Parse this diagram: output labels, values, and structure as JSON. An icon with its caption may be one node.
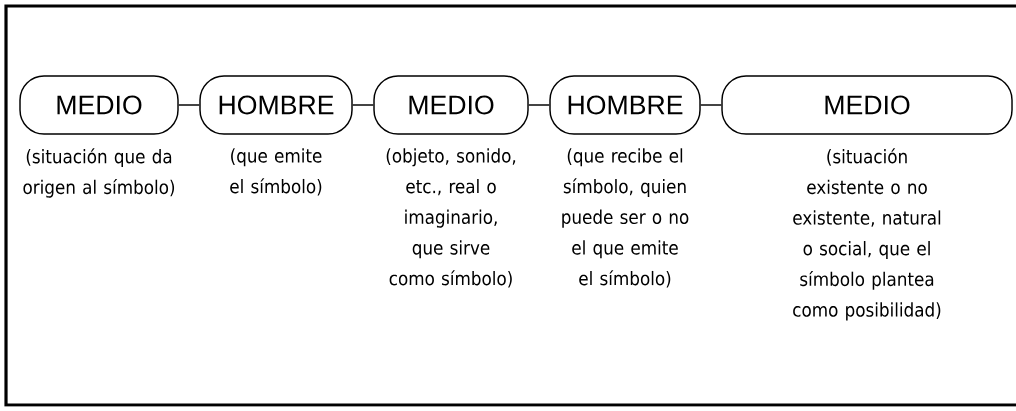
{
  "diagram": {
    "nodes": [
      {
        "text": [
          "MEDIO"
        ],
        "beside": [
          "(situación que da origen al símbolo)"
        ]
      },
      {
        "text": [
          "HOMBRE"
        ],
        "beside": [
          "(que emite el símbolo)"
        ]
      },
      {
        "text": [
          "MEDIO"
        ],
        "beside": [
          "(objeto, sonido, etc., real o imaginario, que sirve como símbolo)"
        ]
      },
      {
        "text": [
          "HOMBRE"
        ],
        "beside": [
          "(que recibe el símbolo, quien puede ser o no el que emite el símbolo)"
        ]
      },
      {
        "text": [
          "MEDIO"
        ],
        "beside": [
          "(situación existente o no existente, natural o social, que el símbolo plantea como posibilidad)"
        ]
      }
    ],
    "edges": [
      {
        "from": 0,
        "to": 1,
        "arrow": "none"
      },
      {
        "from": 1,
        "to": 2,
        "arrow": "none"
      },
      {
        "from": 2,
        "to": 3,
        "arrow": "none"
      },
      {
        "from": 3,
        "to": 4,
        "arrow": "none"
      }
    ]
  }
}
